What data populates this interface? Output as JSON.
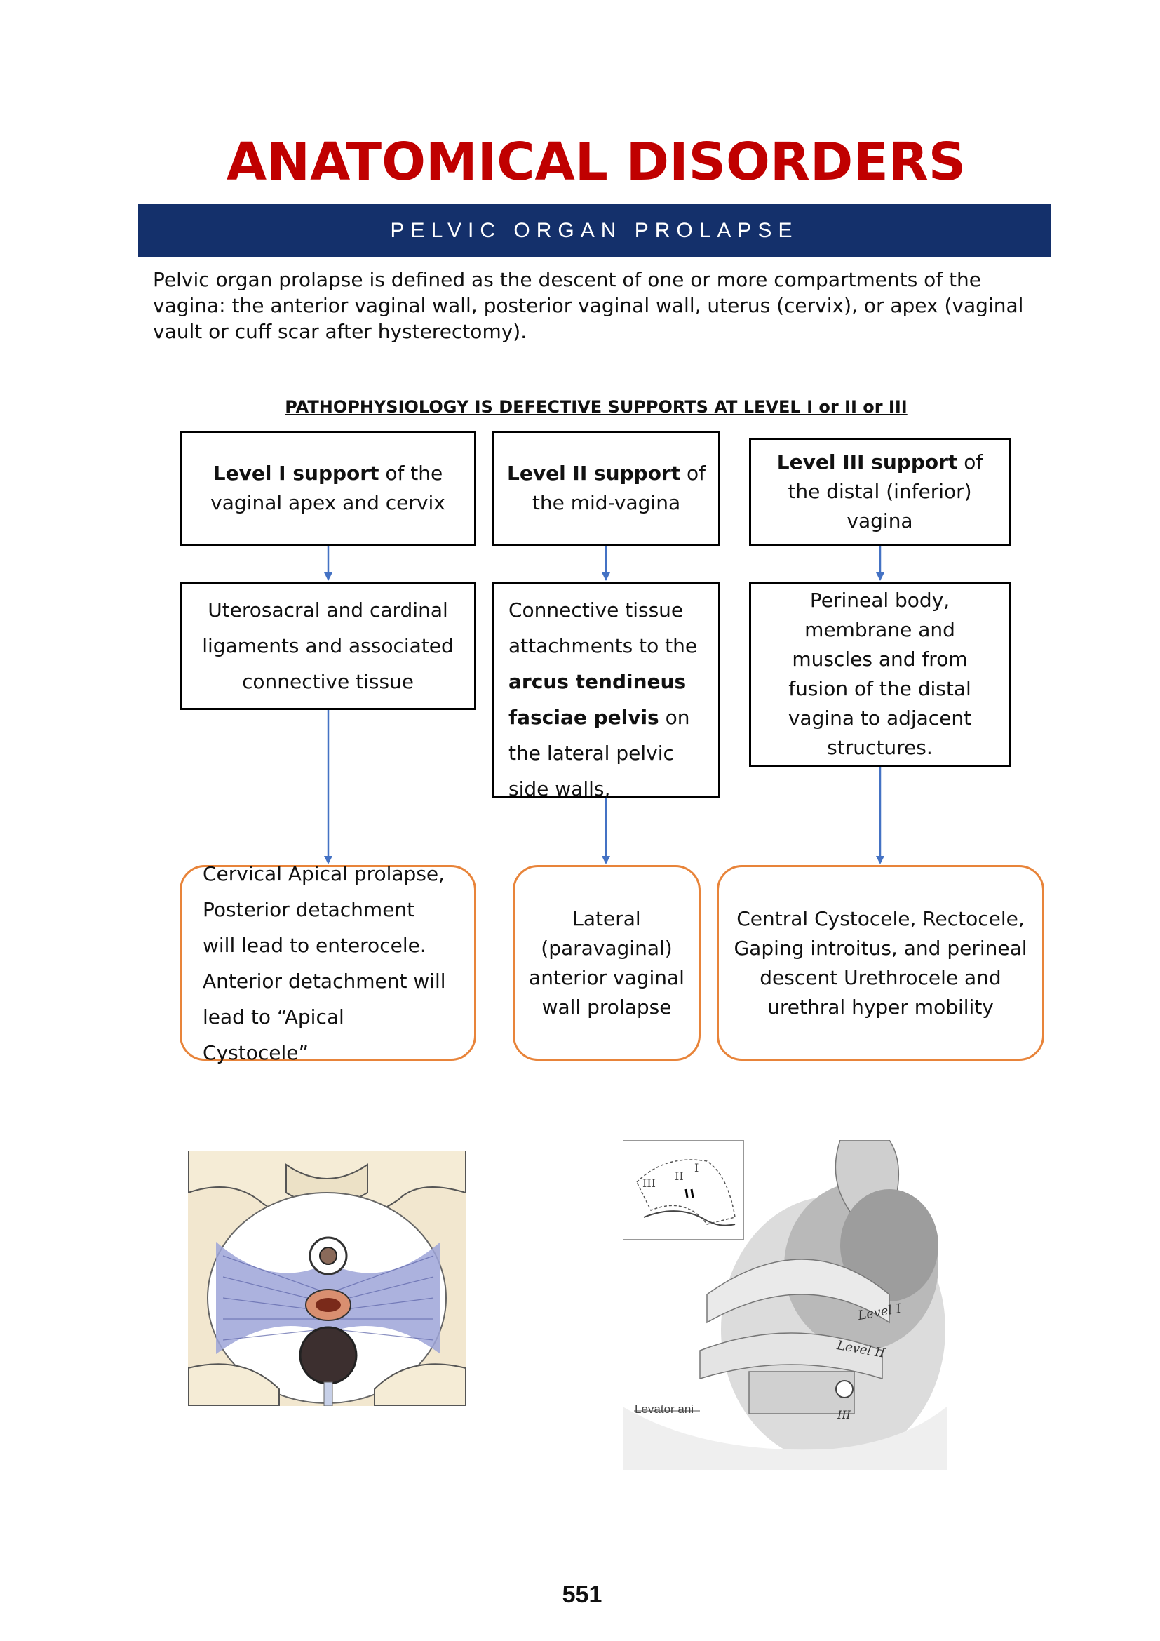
{
  "title": "ANATOMICAL DISORDERS",
  "section": "PELVIC ORGAN PROLAPSE",
  "intro": "Pelvic organ prolapse is defined as the descent of one or more compartments of the vagina: the anterior vaginal wall, posterior vaginal wall, uterus (cervix), or apex (vaginal vault or cuff scar after hysterectomy).",
  "pathophysiology_heading": "PATHOPHYSIOLOGY IS DEFECTIVE SUPPORTS AT LEVEL I or II or III",
  "levels": [
    {
      "heading_bold": "Level I support",
      "heading_rest": " of the vaginal apex and cervix",
      "structure": "Uterosacral and cardinal ligaments and associated connective tissue",
      "outcome": "Cervical Apical prolapse, Posterior detachment will lead to enterocele. Anterior detachment will lead to “Apical Cystocele”"
    },
    {
      "heading_bold": "Level II support",
      "heading_rest": " of the mid-vagina",
      "structure_pre": "Connective tissue attachments to the ",
      "structure_bold": "arcus tendineus fasciae pelvis",
      "structure_post": " on the lateral pelvic side walls,",
      "outcome": "Lateral (paravaginal) anterior vaginal wall prolapse"
    },
    {
      "heading_bold": "Level III support",
      "heading_rest": " of the distal (inferior) vagina",
      "structure": "Perineal body, membrane and muscles and from fusion of the distal vagina to adjacent structures.",
      "outcome": "Central Cystocele, Rectocele, Gaping introitus, and perineal descent Urethrocele and urethral hyper mobility"
    }
  ],
  "figure_labels": {
    "inset_levels": [
      "I",
      "II",
      "III"
    ],
    "level_1": "Level I",
    "level_2": "Level II",
    "level_3": "III",
    "levator": "Levator ani"
  },
  "page_number": "551",
  "colors": {
    "title": "#c00000",
    "band": "#14306b",
    "arrow": "#4472c4",
    "outcome_border": "#e8843a"
  }
}
